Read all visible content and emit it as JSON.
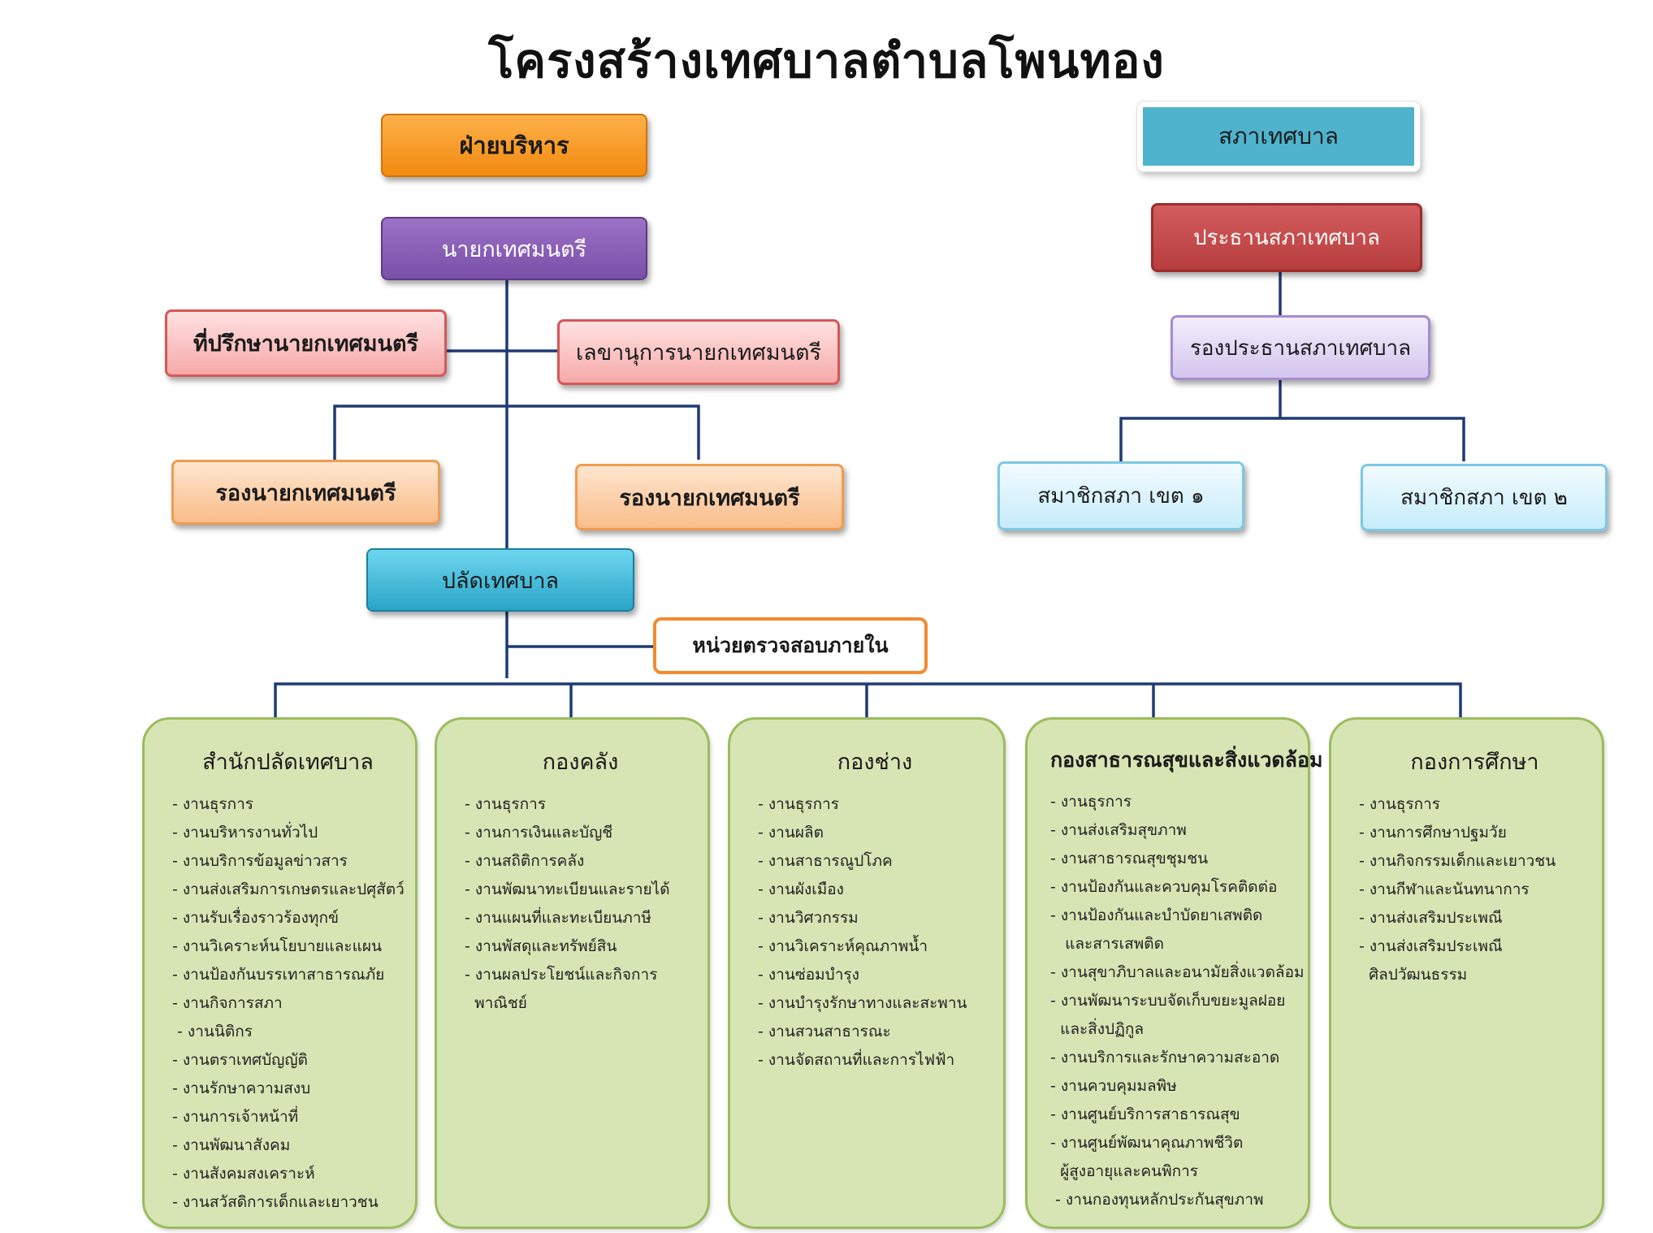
{
  "title": "โครงสร้างเทศบาลตำบลโพนทอง",
  "executive": {
    "header": "ฝ่ายบริหาร",
    "mayor": "นายกเทศมนตรี",
    "advisor": "ที่ปรึกษานายกเทศมนตรี",
    "secretary": "เลขานุการนายกเทศมนตรี",
    "deputy_1": "รองนายกเทศมนตรี",
    "deputy_2": "รองนายกเทศมนตรี",
    "clerk": "ปลัดเทศบาล",
    "audit": "หน่วยตรวจสอบภายใน"
  },
  "council": {
    "header": "สภาเทศบาล",
    "chair": "ประธานสภาเทศบาล",
    "vice_chair": "รองประธานสภาเทศบาล",
    "member_1": "สมาชิกสภา เขต ๑",
    "member_2": "สมาชิกสภา เขต ๒"
  },
  "departments": [
    {
      "title": "สำนักปลัดเทศบาล",
      "items": [
        "- งานธุรการ",
        "- งานบริหารงานทั่วไป",
        "- งานบริการข้อมูลข่าวสาร",
        "- งานส่งเสริมการเกษตรและปศุสัตว์",
        "- งานรับเรื่องราวร้องทุกข์",
        "- งานวิเคราะห์นโยบายและแผน",
        "- งานป้องกันบรรเทาสาธารณภัย",
        "- งานกิจการสภา",
        " - งานนิติกร",
        "- งานตราเทศบัญญัติ",
        "- งานรักษาความสงบ",
        "- งานการเจ้าหน้าที่",
        "- งานพัฒนาสังคม",
        "- งานสังคมสงเคราะห์",
        "- งานสวัสดิการเด็กและเยาวชน"
      ]
    },
    {
      "title": "กองคลัง",
      "items": [
        "- งานธุรการ",
        "- งานการเงินและบัญชี",
        "- งานสถิติการคลัง",
        "- งานพัฒนาทะเบียนและรายได้",
        "- งานแผนที่และทะเบียนภาษี",
        "- งานพัสดุและทรัพย์สิน",
        "- งานผลประโยชน์และกิจการ",
        "  พาณิชย์"
      ]
    },
    {
      "title": "กองช่าง",
      "items": [
        "- งานธุรการ",
        "- งานผลิต",
        "- งานสาธารณูปโภค",
        "- งานผังเมือง",
        "- งานวิศวกรรม",
        "- งานวิเคราะห์คุณภาพน้ำ",
        "- งานซ่อมบำรุง",
        "- งานบำรุงรักษาทางและสะพาน",
        "- งานสวนสาธารณะ",
        "- งานจัดสถานที่และการไฟฟ้า"
      ]
    },
    {
      "title": "กองสาธารณสุขและสิ่งแวดล้อม",
      "items": [
        "- งานธุรการ",
        "- งานส่งเสริมสุขภาพ",
        "- งานสาธารณสุขชุมชน",
        "- งานป้องกันและควบคุมโรคติดต่อ",
        "- งานป้องกันและบำบัดยาเสพติด",
        "   และสารเสพติด",
        "- งานสุขาภิบาลและอนามัยสิ่งแวดล้อม",
        "- งานพัฒนาระบบจัดเก็บขยะมูลฝอย",
        "  และสิ่งปฏิกูล",
        "- งานบริการและรักษาความสะอาด",
        "- งานควบคุมมลพิษ",
        "- งานศูนย์บริการสาธารณสุข",
        "- งานศูนย์พัฒนาคุณภาพชีวิต",
        "  ผู้สูงอายุและคนพิการ",
        " - งานกองทุนหลักประกันสุขภาพ"
      ]
    },
    {
      "title": "กองการศึกษา",
      "items": [
        "- งานธุรการ",
        "- งานการศึกษาปฐมวัย",
        "- งานกิจกรรมเด็กและเยาวชน",
        "- งานกีฬาและนันทนาการ",
        "- งานส่งเสริมประเพณี",
        "- งานส่งเสริมประเพณี",
        "  ศิลปวัฒนธรรม"
      ]
    }
  ],
  "colors": {
    "connector": "#1f3b75",
    "dept_fill": "#d7e5b4",
    "dept_border": "#9bbc5d"
  }
}
